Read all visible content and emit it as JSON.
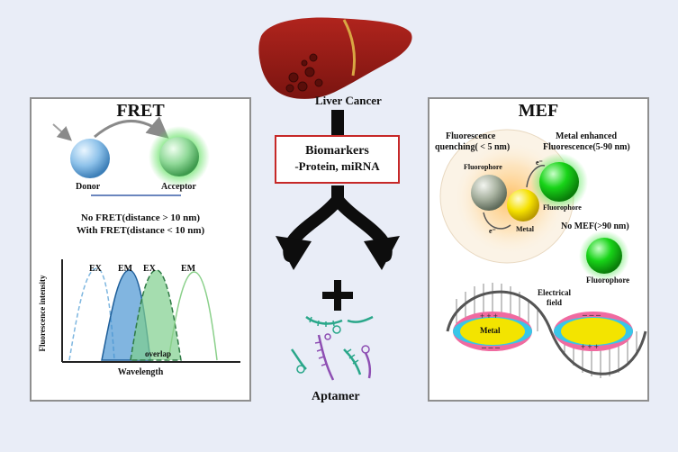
{
  "center": {
    "liver_label": "Liver Cancer",
    "biomarkers_line1": "Biomarkers",
    "biomarkers_line2": "-Protein, miRNA",
    "plus": "+",
    "aptamer_label": "Aptamer"
  },
  "fret": {
    "title": "FRET",
    "donor": "Donor",
    "acceptor": "Acceptor",
    "line1": "No FRET(distance > 10 nm)",
    "line2": "With FRET(distance < 10 nm)",
    "y_axis": "Fluorescence intensity",
    "x_axis": "Wavelength",
    "overlap": "overlap",
    "ex1": "EX",
    "em1": "EM",
    "ex2": "EX",
    "em2": "EM"
  },
  "mef": {
    "title": "MEF",
    "quench_line1": "Fluorescence",
    "quench_line2": "quenching( < 5 nm)",
    "enh_line1": "Metal enhanced",
    "enh_line2": "Fluorescence(5-90 nm)",
    "fluorophore_grey": "Fluorophore",
    "fluorophore_green": "Fluorophore",
    "metal_small": "Metal",
    "no_mef": "No MEF(>90 nm)",
    "fluorophore_far": "Fluorophore",
    "electrical_line1": "Electrical",
    "electrical_line2": "field",
    "metal_wave": "Metal",
    "electron": "e⁻"
  },
  "colors": {
    "background": "#e9edf7",
    "liver": "#9b1b16",
    "box_border": "#c62828",
    "donor": "#7fb3de",
    "acceptor": "#7fd38a",
    "green_sphere": "#11d11a",
    "metal_yellow": "#f2e000",
    "glow": "#ffc85a"
  }
}
